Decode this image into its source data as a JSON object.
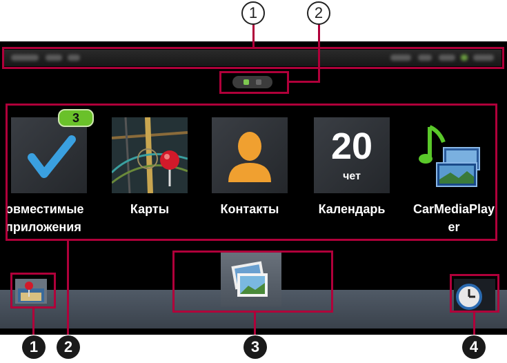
{
  "callouts": {
    "outline": [
      "1",
      "2"
    ],
    "solid": [
      "1",
      "2",
      "3",
      "4"
    ]
  },
  "apps": [
    {
      "label_line1": "овместимые",
      "label_line2": "приложения",
      "icon": "checkmark-icon",
      "badge": "3"
    },
    {
      "label_line1": "Карты",
      "label_line2": "",
      "icon": "map-icon"
    },
    {
      "label_line1": "Контакты",
      "label_line2": "",
      "icon": "contact-person-icon"
    },
    {
      "label_line1": "Календарь",
      "label_line2": "",
      "icon": "calendar-icon",
      "day": "20",
      "weekday": "чет"
    },
    {
      "label_line1": "CarMediaPlay",
      "label_line2": "er",
      "icon": "music-note-icon"
    }
  ],
  "dock": {
    "icon": "photo-gallery-icon"
  },
  "shortcut_left": {
    "icon": "map-pin-shortcut-icon"
  },
  "shortcut_right": {
    "icon": "clock-icon"
  },
  "colors": {
    "callout": "#b0003a",
    "badge": "#6ac12a",
    "check": "#3aa0e0",
    "contact": "#f0a030"
  }
}
